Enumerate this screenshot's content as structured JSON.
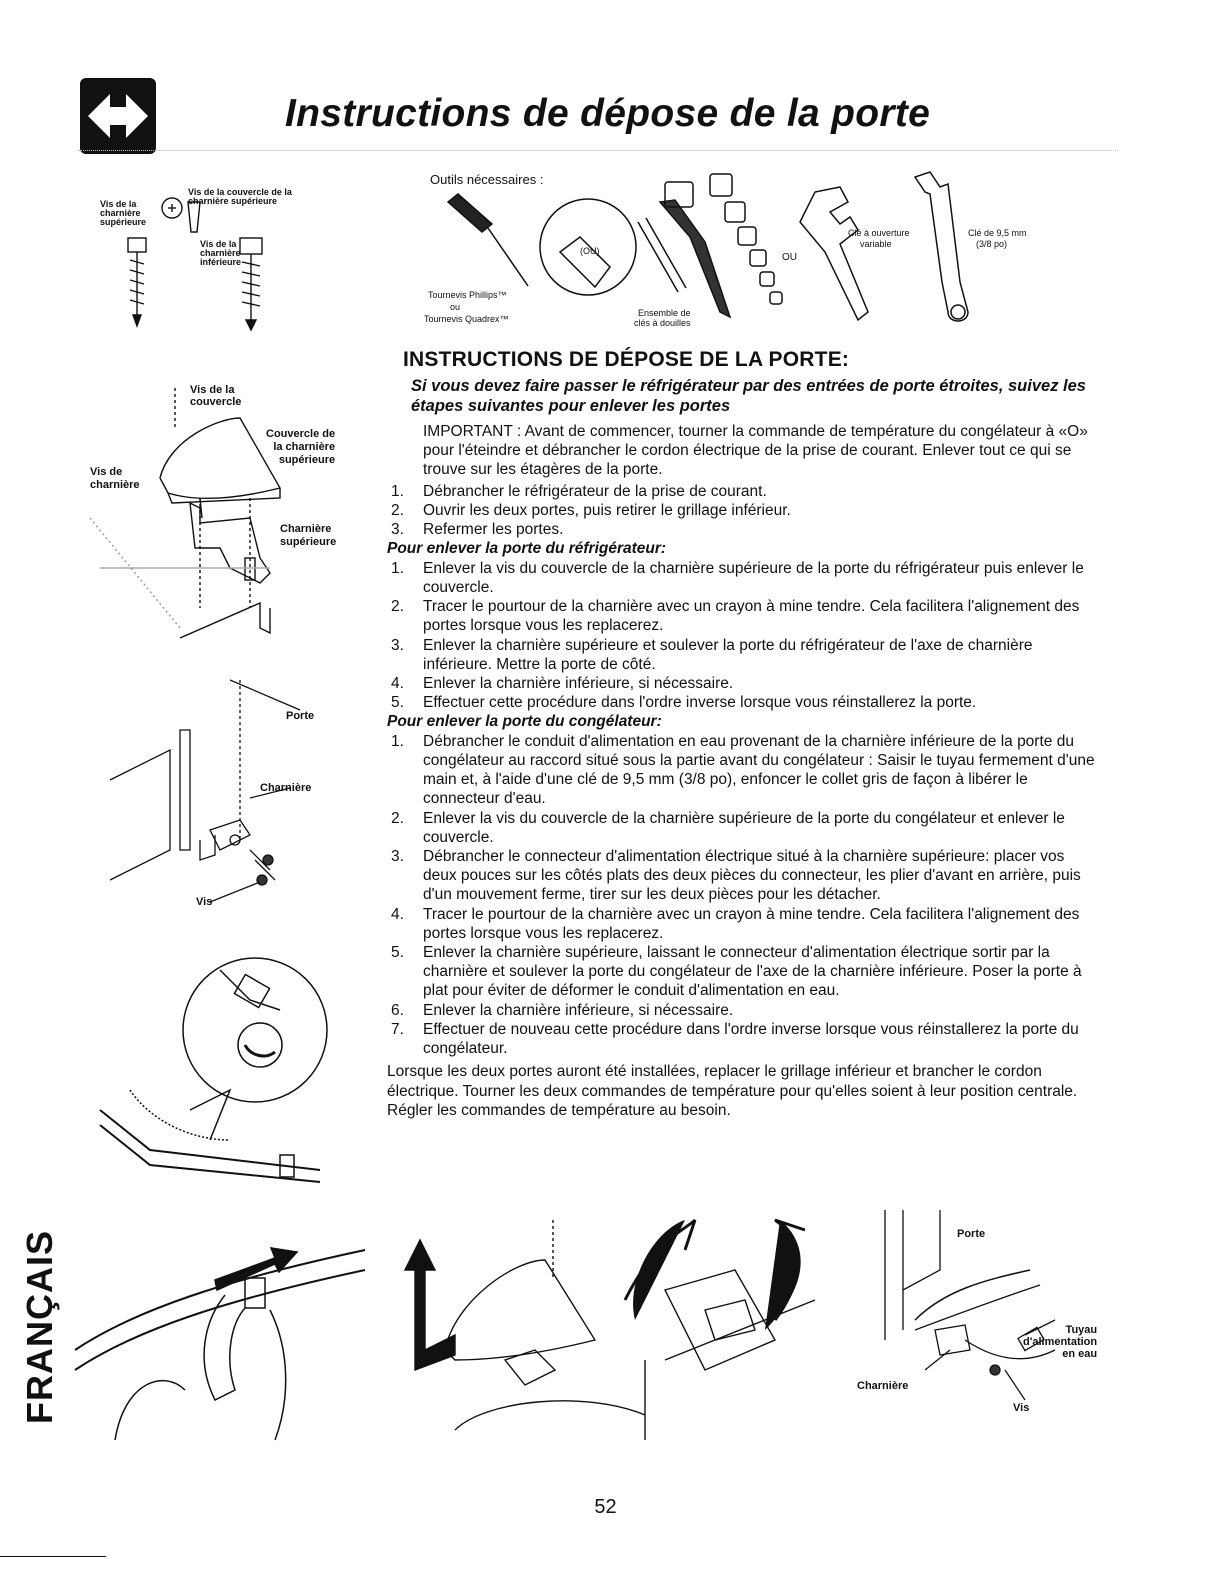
{
  "header": {
    "title": "Instructions de dépose de la porte"
  },
  "tools": {
    "heading": "Outils nécessaires :",
    "screwdriver": "Tournevis Phillips™",
    "or1": "ou",
    "screwdriver2": "Tournevis Quadrex™",
    "or_bit": "(OU)",
    "socket_set_1": "Ensemble de",
    "socket_set_2": "clés à douilles",
    "or2": "OU",
    "adjustable_1": "Clé à ouverture",
    "adjustable_2": "variable",
    "wrench_1": "Clé de 9,5 mm",
    "wrench_2": "(3/8 po)"
  },
  "figures": {
    "screws": {
      "cover_screw": "Vis de la charnière supérieure",
      "hinge_cover_screw": "Vis de la couvercle de la charnière supérieure",
      "lower_hinge_screw": "Vis de la charnière inférieure"
    },
    "top_hinge": {
      "cover_screw": "Vis de la couvercle",
      "hinge_cover_1": "Couvercle de",
      "hinge_cover_2": "la charnière",
      "hinge_cover_3": "supérieure",
      "hinge_screw_1": "Vis de",
      "hinge_screw_2": "charnière",
      "top_hinge_1": "Charnière",
      "top_hinge_2": "supérieure"
    },
    "lower_hinge": {
      "door": "Porte",
      "hinge": "Charnière",
      "screw": "Vis"
    },
    "bottom_right": {
      "door": "Porte",
      "tube_1": "Tuyau",
      "tube_2": "d'alimentation",
      "tube_3": "en eau",
      "hinge": "Charnière",
      "screw": "Vis"
    }
  },
  "main": {
    "title": "INSTRUCTIONS DE DÉPOSE DE LA PORTE:",
    "subtitle": "Si vous devez faire passer le réfrigérateur par des entrées de porte étroites, suivez les étapes suivantes pour enlever les portes",
    "important": "IMPORTANT : Avant de commencer, tourner la commande de température du congélateur à «O» pour l'éteindre et débrancher le cordon électrique de la prise de courant. Enlever tout ce qui se trouve sur les étagères de la porte.",
    "intro_steps": [
      {
        "n": "1.",
        "text": "Débrancher le réfrigérateur de la prise de courant."
      },
      {
        "n": "2.",
        "text": "Ouvrir les deux portes, puis retirer le grillage inférieur."
      },
      {
        "n": "3.",
        "text": "Refermer les portes."
      }
    ],
    "fridge_heading": "Pour enlever la porte du réfrigérateur:",
    "fridge_steps": [
      {
        "n": "1.",
        "text": "Enlever la vis du couvercle de la charnière supérieure de la porte du réfrigérateur puis enlever le couvercle."
      },
      {
        "n": "2.",
        "text": "Tracer le pourtour de la charnière avec un crayon à mine tendre. Cela facilitera l'alignement des portes lorsque vous les replacerez."
      },
      {
        "n": "3.",
        "text": "Enlever la charnière supérieure et soulever la porte du réfrigérateur de l'axe de charnière inférieure. Mettre la porte de côté."
      },
      {
        "n": "4.",
        "text": "Enlever la charnière inférieure, si nécessaire."
      },
      {
        "n": "5.",
        "text": "Effectuer cette procédure dans l'ordre inverse lorsque vous réinstallerez la porte."
      }
    ],
    "freezer_heading": "Pour enlever la porte du congélateur:",
    "freezer_steps": [
      {
        "n": "1.",
        "text": "Débrancher le conduit d'alimentation en eau provenant de la charnière inférieure de la porte du congélateur au raccord situé sous la partie avant du congélateur : Saisir le tuyau fermement d'une main et, à l'aide d'une clé de 9,5 mm (3/8 po), enfoncer le collet gris de façon à libérer le connecteur d'eau."
      },
      {
        "n": "2.",
        "text": "Enlever la vis du couvercle de la charnière supérieure de la porte du congélateur et enlever le couvercle."
      },
      {
        "n": "3.",
        "text": "Débrancher le connecteur d'alimentation électrique situé à la charnière supérieure: placer vos deux pouces sur les côtés plats des deux pièces du connecteur, les plier d'avant en arrière, puis d'un mouvement ferme, tirer sur les deux pièces pour les détacher."
      },
      {
        "n": "4.",
        "text": "Tracer le pourtour de la charnière avec un crayon à mine tendre. Cela facilitera l'alignement des portes lorsque vous les replacerez."
      },
      {
        "n": "5.",
        "text": "Enlever la charnière supérieure, laissant le connecteur d'alimentation électrique sortir par la charnière et soulever la porte du congélateur de l'axe de la charnière inférieure. Poser la porte à plat pour éviter de déformer le conduit d'alimentation en eau."
      },
      {
        "n": "6.",
        "text": "Enlever la charnière inférieure, si nécessaire."
      },
      {
        "n": "7.",
        "text": "Effectuer de nouveau cette procédure dans l'ordre inverse lorsque vous réinstallerez la porte du congélateur."
      }
    ],
    "final": "Lorsque les deux portes auront été installées, replacer le grillage inférieur et brancher le cordon électrique. Tourner les deux commandes de température pour qu'elles soient à leur position centrale. Régler les commandes de température au besoin."
  },
  "side_label": "FRANÇAIS",
  "page_number": "52"
}
